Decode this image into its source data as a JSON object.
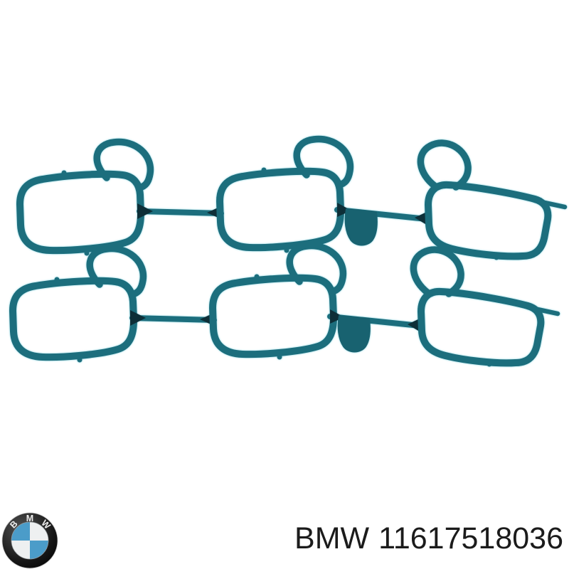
{
  "photo": {
    "description": "Six teal intake manifold port gaskets in two rows of three, joined by thin runners with a hanging tab between the second and third gasket of each row",
    "rows": 2,
    "gaskets_per_row": 3
  },
  "colors": {
    "gasket": "#1c6e7d",
    "gasket_dark": "#186270",
    "junction": "#0e2f38",
    "caption_text": "#1b1b1b",
    "logo_blue": "#4b9cc9",
    "logo_light": "#eef0f1"
  },
  "caption": {
    "brand": "BMW",
    "part_number": "11617518036"
  },
  "logo": {
    "name": "bmw-roundel",
    "letters": [
      "B",
      "M",
      "W"
    ]
  }
}
